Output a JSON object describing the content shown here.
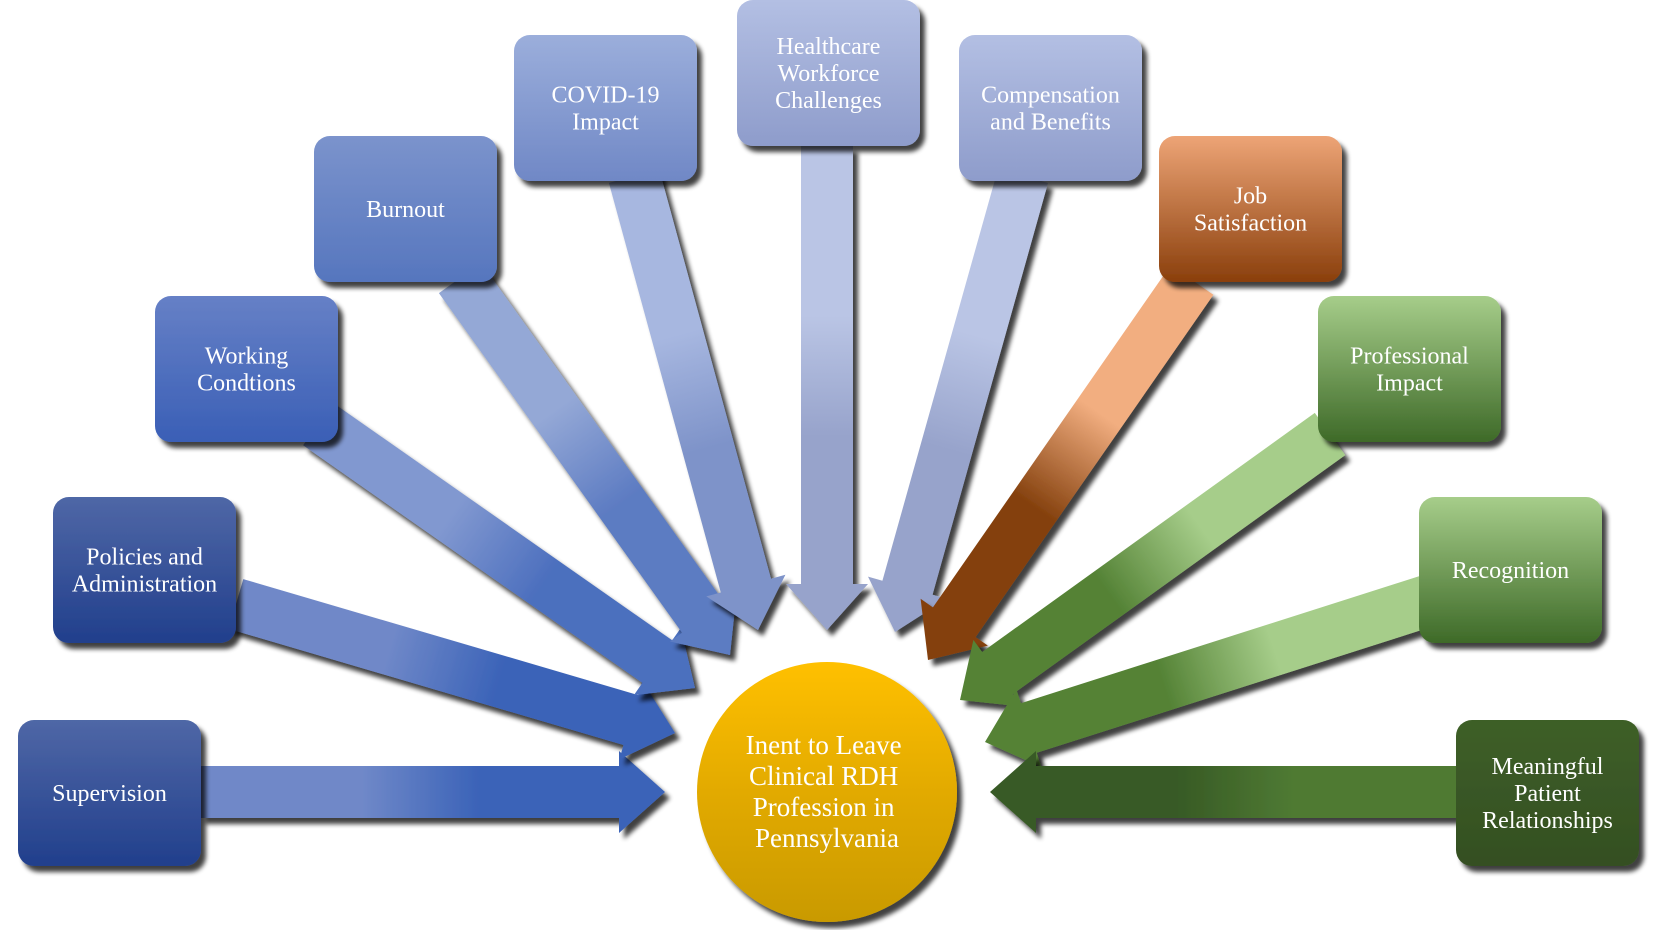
{
  "diagram": {
    "type": "radial-convergence",
    "center": {
      "lines": [
        "Inent to Leave",
        "Clinical RDH",
        "Profession in",
        "Pennsylvania"
      ],
      "color_top": "#FFC000",
      "color_bottom": "#C99A06"
    },
    "factors": [
      {
        "id": "supervision",
        "lines": [
          "Supervision"
        ],
        "palette": "blue-dark"
      },
      {
        "id": "policies-administration",
        "lines": [
          "Policies and",
          "Administration"
        ],
        "palette": "blue-dark"
      },
      {
        "id": "working-conditions",
        "lines": [
          "Working",
          "Condtions"
        ],
        "palette": "blue"
      },
      {
        "id": "burnout",
        "lines": [
          "Burnout"
        ],
        "palette": "blue-mid"
      },
      {
        "id": "covid-19-impact",
        "lines": [
          "COVID-19",
          "Impact"
        ],
        "palette": "blue-light"
      },
      {
        "id": "healthcare-workforce-challenges",
        "lines": [
          "Healthcare",
          "Workforce",
          "Challenges"
        ],
        "palette": "blue-pale"
      },
      {
        "id": "compensation-benefits",
        "lines": [
          "Compensation",
          "and Benefits"
        ],
        "palette": "blue-pale"
      },
      {
        "id": "job-satisfaction",
        "lines": [
          "Job",
          "Satisfaction"
        ],
        "palette": "orange"
      },
      {
        "id": "professional-impact",
        "lines": [
          "Professional",
          "Impact"
        ],
        "palette": "green"
      },
      {
        "id": "recognition",
        "lines": [
          "Recognition"
        ],
        "palette": "green"
      },
      {
        "id": "meaningful-patient-relationships",
        "lines": [
          "Meaningful",
          "Patient",
          "Relationships"
        ],
        "palette": "green-dark"
      }
    ],
    "palettes": {
      "blue-dark": {
        "box_top": "#4F67A6",
        "box_bottom": "#213F8C",
        "arrow_top": "#6F88C8",
        "arrow_bottom": "#3B63B8"
      },
      "blue": {
        "box_top": "#6680C6",
        "box_bottom": "#3A5FB6",
        "arrow_top": "#8198D0",
        "arrow_bottom": "#4C6FBE"
      },
      "blue-mid": {
        "box_top": "#7B93CC",
        "box_bottom": "#5676BE",
        "arrow_top": "#94A8D6",
        "arrow_bottom": "#5C7BC2"
      },
      "blue-light": {
        "box_top": "#9BAEDB",
        "box_bottom": "#7088C6",
        "arrow_top": "#A7B7E0",
        "arrow_bottom": "#7E93C9"
      },
      "blue-pale": {
        "box_top": "#B3BFE3",
        "box_bottom": "#8E9CCB",
        "arrow_top": "#BAC5E5",
        "arrow_bottom": "#97A3CB"
      },
      "orange": {
        "box_top": "#EDA476",
        "box_bottom": "#8A3F0C",
        "arrow_top": "#F2AE80",
        "arrow_bottom": "#84400D"
      },
      "green": {
        "box_top": "#A6CD8A",
        "box_bottom": "#3E6A28",
        "arrow_top": "#A6CD8A",
        "arrow_bottom": "#548235"
      },
      "green-dark": {
        "box_top": "#3E5F28",
        "box_bottom": "#344F22",
        "arrow_top": "#4F7A33",
        "arrow_bottom": "#375A25"
      }
    },
    "arrow_direction": "inward-to-center"
  }
}
